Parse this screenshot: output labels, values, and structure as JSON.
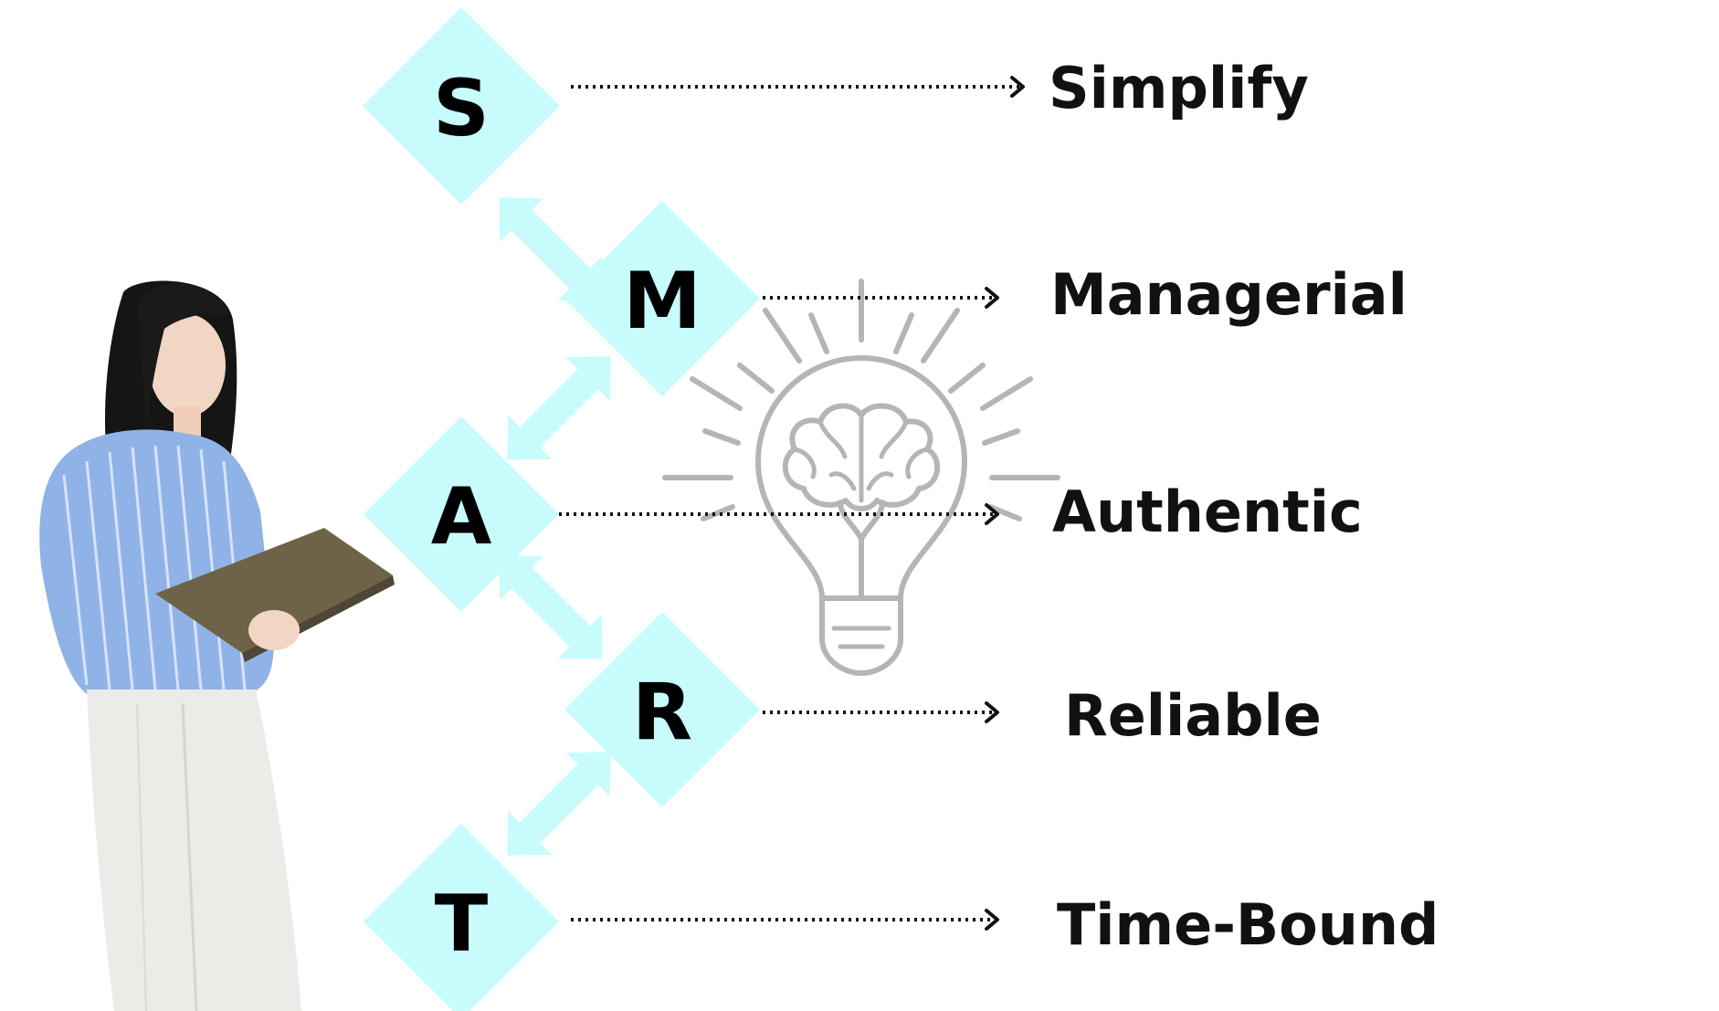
{
  "colors": {
    "diamond": "#c8fcfc",
    "text": "#111111",
    "bulb": "#b5b5b5"
  },
  "items": [
    {
      "letter": "S",
      "term": "Simplify"
    },
    {
      "letter": "M",
      "term": "Managerial"
    },
    {
      "letter": "A",
      "term": "Authentic"
    },
    {
      "letter": "R",
      "term": "Reliable"
    },
    {
      "letter": "T",
      "term": "Time-Bound"
    }
  ],
  "icons": {
    "center": "lightbulb-brain-icon"
  }
}
